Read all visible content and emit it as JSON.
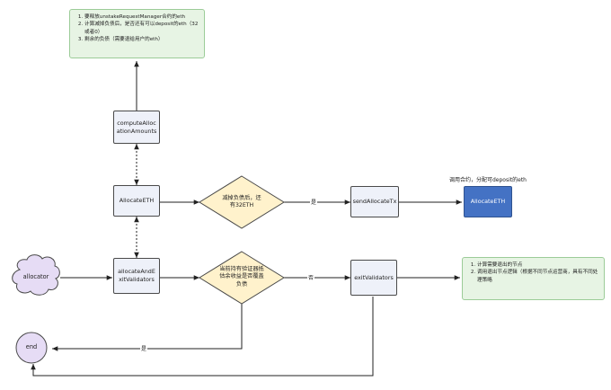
{
  "nodes": {
    "top_note": {
      "items": [
        "要释放unstakeRequestManager合约的eth",
        "计算减掉负债后，是否还有可以deposit的eth（32 或者0）",
        "剩余的负债（需要退给用户的eth）"
      ]
    },
    "compute_allocation": {
      "label": "computeAllocationAmounts"
    },
    "allocate_eth": {
      "label": "AllocateETH"
    },
    "allocate_and_exit": {
      "label": "allocateAndExitValidators"
    },
    "allocator": {
      "label": "allocator"
    },
    "end": {
      "label": "end"
    },
    "decision_32eth": {
      "label": "减掉负债后，还有32ETH"
    },
    "decision_validators": {
      "label": "当前持有验证器抵估余收益是否覆盖负债"
    },
    "send_allocate_tx": {
      "label": "sendAllocateTx"
    },
    "allocate_eth_result": {
      "label": "AllocateETH"
    },
    "allocate_eth_caption": {
      "label": "调用合约，分配可deposit的eth"
    },
    "exit_validators": {
      "label": "exitValidators"
    },
    "right_note": {
      "items": [
        "计算需要退出的节点",
        "调用退出节点逻辑（根据不同节点运营商，具有不同处理策略"
      ]
    }
  },
  "edges": {
    "yes_to_send": "是",
    "no_to_exit": "否",
    "yes_to_end": "是"
  },
  "colors": {
    "note_fill": "#e7f4e4",
    "process_fill": "#eef1f9",
    "decision_fill": "#fff2cc",
    "result_fill": "#4472c4",
    "circle_fill": "#e6dcf5"
  }
}
